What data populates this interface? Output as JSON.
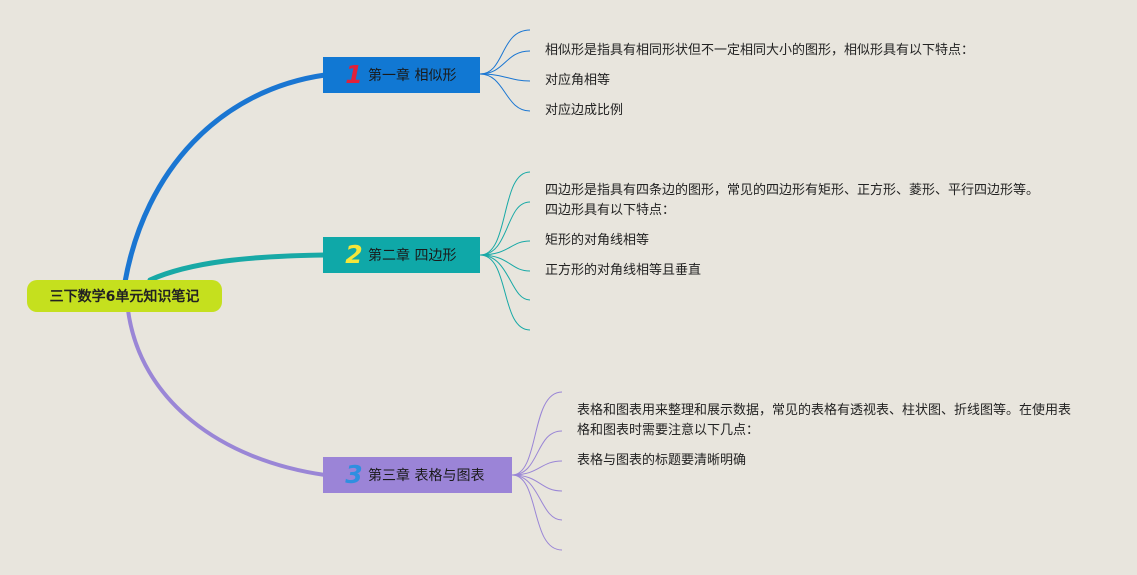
{
  "root": {
    "label": "三下数学6单元知识笔记",
    "color": "#c5e01e"
  },
  "chapters": [
    {
      "num": "1",
      "label": "第一章 相似形",
      "box_color": "#1178d3",
      "branch_color": "#1a76d2",
      "num_color": "#e0213a",
      "notes": [
        "相似形是指具有相同形状但不一定相同大小的图形，相似形具有以下特点：",
        "对应角相等",
        "对应边成比例"
      ]
    },
    {
      "num": "2",
      "label": "第二章 四边形",
      "box_color": "#0fa8a8",
      "branch_color": "#18a9a6",
      "num_color": "#f5e63a",
      "notes": [
        "四边形是指具有四条边的图形，常见的四边形有矩形、正方形、菱形、平行四边形等。四边形具有以下特点：",
        "矩形的对角线相等",
        "正方形的对角线相等且垂直"
      ]
    },
    {
      "num": "3",
      "label": "第三章 表格与图表",
      "box_color": "#9b84d7",
      "branch_color": "#9a86d6",
      "num_color": "#2f8fe0",
      "notes": [
        "表格和图表用来整理和展示数据，常见的表格有透视表、柱状图、折线图等。在使用表格和图表时需要注意以下几点：",
        "表格与图表的标题要清晰明确"
      ]
    }
  ]
}
